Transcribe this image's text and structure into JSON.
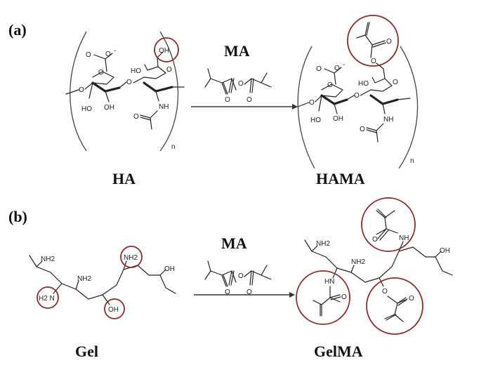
{
  "panel_a": {
    "label": "(a)",
    "reactant_name": "HA",
    "product_name": "HAMA",
    "reagent": "MA",
    "reactant_atoms": {
      "carboxylate": "O",
      "charge": "-",
      "oh_circled": "OH",
      "ho_upper": "HO",
      "ho_lower": "HO",
      "oh_lower": "OH",
      "nh": "NH",
      "carbonyl_o": "O",
      "ring_o1": "O",
      "ring_o2": "O",
      "link_o1": "O",
      "link_o2": "O",
      "glyco_o": "O",
      "repeat_n": "n"
    },
    "product_atoms": {
      "carboxylate": "O",
      "charge": "-",
      "ester_o": "O",
      "ester_co": "O",
      "ho_upper": "HO",
      "ho_lower": "HO",
      "oh_lower": "OH",
      "nh": "NH",
      "carbonyl_o": "O",
      "ring_o1": "O",
      "ring_o2": "O",
      "link_o1": "O",
      "link_o2": "O",
      "repeat_n": "n"
    },
    "reagent_atoms": {
      "bridge_o": "O",
      "co_left": "O",
      "co_right": "O"
    }
  },
  "panel_b": {
    "label": "(b)",
    "reactant_name": "Gel",
    "product_name": "GelMA",
    "reagent": "MA",
    "reactant_atoms": {
      "nh2_a": "NH2",
      "nh2_b": "NH2",
      "nh2_c": "NH2",
      "h2n": "H2 N",
      "oh_circled": "OH",
      "oh_end": "OH"
    },
    "product_atoms": {
      "nh2_a": "NH2",
      "nh2_b": "NH2",
      "nh_top": "NH",
      "nh_left": "HN",
      "amide_o_top": "O",
      "amide_o_left": "O",
      "ester_o": "O",
      "ester_co": "O",
      "oh_end": "OH"
    },
    "reagent_atoms": {
      "bridge_o": "O",
      "co_left": "O",
      "co_right": "O"
    }
  },
  "colors": {
    "circle": "#8b2a2a",
    "line": "#222222"
  }
}
